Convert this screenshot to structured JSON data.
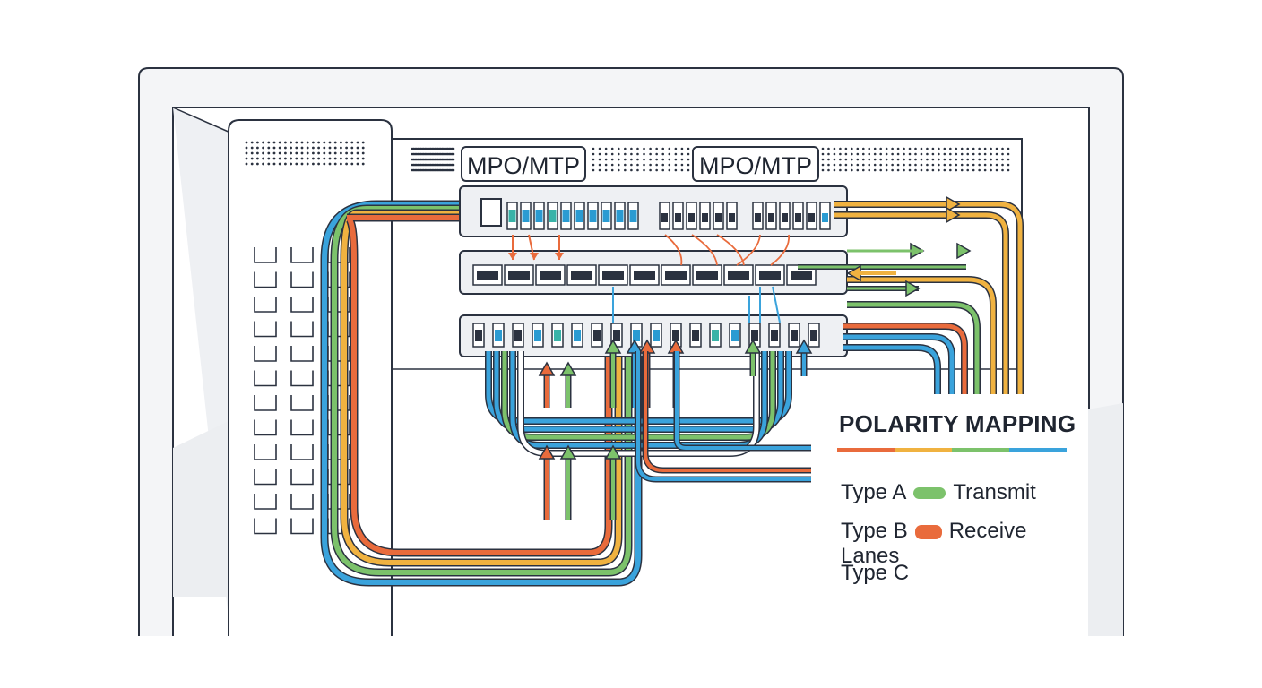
{
  "labels": {
    "mpo_left": "MPO/MTP",
    "mpo_right": "MPO/MTP"
  },
  "legend": {
    "title": "POLARITY MAPPING",
    "items": [
      {
        "type": "Type A",
        "meaning": "Transmit",
        "swatch": "#7cc26b"
      },
      {
        "type": "Type B",
        "meaning": "Receive Lanes",
        "swatch": "#e96b3c"
      },
      {
        "type": "Type C",
        "meaning": ""
      }
    ]
  },
  "colors": {
    "outline": "#2b3240",
    "cable_blue": "#3aa3dc",
    "cable_green": "#7cc26b",
    "cable_yellow": "#f0b240",
    "cable_orange": "#e96b3c",
    "port_blue": "#2a9bd2",
    "port_teal": "#39b3a8",
    "panel_fill": "#eef0f3",
    "frame_fill": "#f2f3f5"
  }
}
